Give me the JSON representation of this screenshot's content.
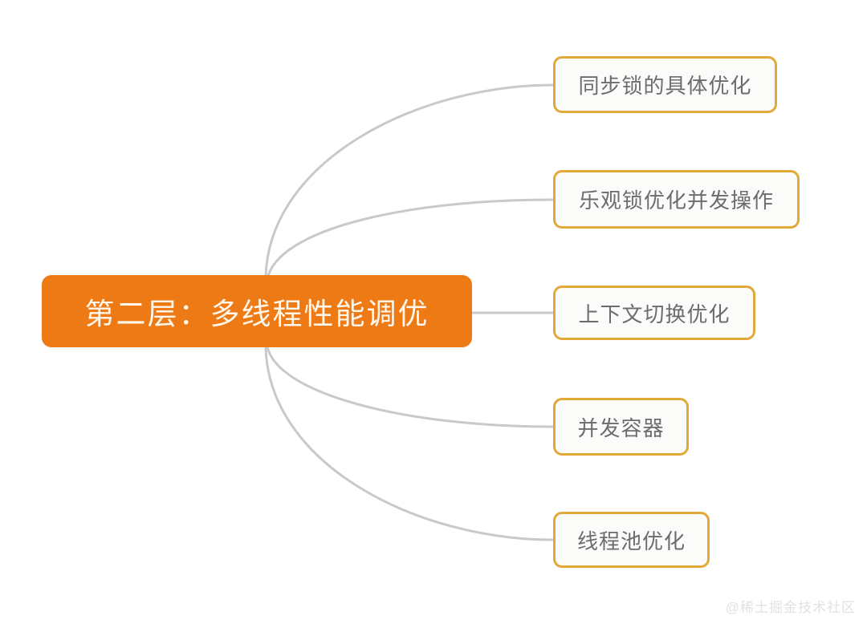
{
  "diagram": {
    "type": "mindmap",
    "orientation": "left-root-right-children",
    "root": {
      "label": "第二层：多线程性能调优",
      "fill_color": "#ED7A14",
      "text_color": "#FFF6EC"
    },
    "children": [
      {
        "label": "同步锁的具体优化",
        "border_color": "#E2A93A",
        "text_color": "#6C6C6C",
        "connector": "curve"
      },
      {
        "label": "乐观锁优化并发操作",
        "border_color": "#E2A93A",
        "text_color": "#6C6C6C",
        "connector": "curve"
      },
      {
        "label": "上下文切换优化",
        "border_color": "#E2A93A",
        "text_color": "#6C6C6C",
        "connector": "straight"
      },
      {
        "label": "并发容器",
        "border_color": "#E2A93A",
        "text_color": "#6C6C6C",
        "connector": "curve"
      },
      {
        "label": "线程池优化",
        "border_color": "#E2A93A",
        "text_color": "#6C6C6C",
        "connector": "curve"
      }
    ],
    "connector_color": "#C9C9C9",
    "background_color": "#FFFFFF"
  },
  "watermark": {
    "text": "@稀土掘金技术社区",
    "color": "#E2E2E2"
  }
}
